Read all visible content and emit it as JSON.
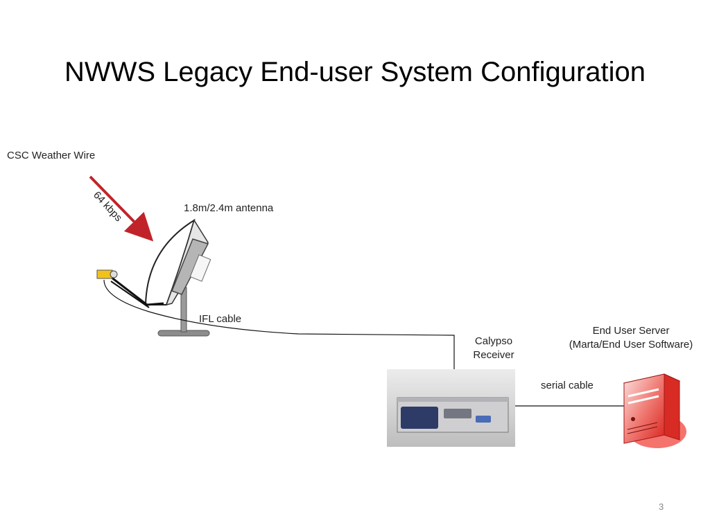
{
  "slide": {
    "title": "NWWS Legacy End-user System Configuration",
    "page_number": "3"
  },
  "diagram": {
    "source_label": "CSC Weather Wire",
    "datarate_label": "64 kbps",
    "antenna_label": "1.8m/2.4m antenna",
    "ifl_cable_label": "IFL cable",
    "receiver_label_line1": "Calypso",
    "receiver_label_line2": "Receiver",
    "serial_cable_label": "serial cable",
    "server_label_line1": "End User Server",
    "server_label_line2": "(Marta/End User Software)"
  },
  "colors": {
    "arrow": "#c0242a",
    "server_red": "#e8403a",
    "lnb_yellow": "#f2c21a"
  }
}
